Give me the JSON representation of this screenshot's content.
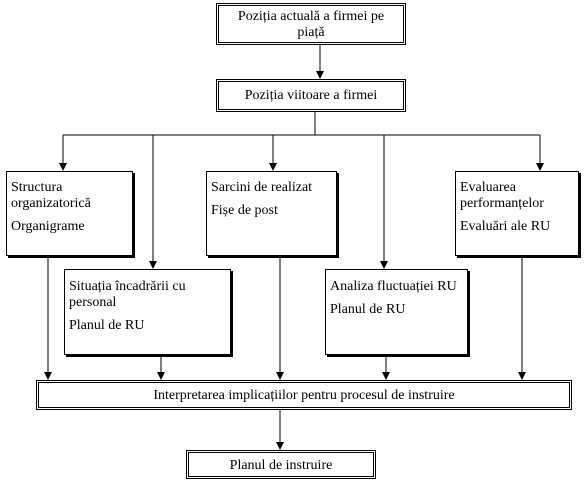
{
  "nodes": {
    "current_position": "Poziția actuală a firmei pe piață",
    "future_position": "Poziția viitoare a firmei",
    "structure": {
      "title": "Structura organizatorică",
      "subtitle": "Organigrame"
    },
    "tasks": {
      "title": "Sarcini de realizat",
      "subtitle": "Fișe de post"
    },
    "evaluation": {
      "title": "Evaluarea performanțelor",
      "subtitle": "Evaluări ale RU"
    },
    "staffing": {
      "title": "Situația încadrării cu personal",
      "subtitle": "Planul de RU"
    },
    "fluctuation": {
      "title": "Analiza fluctuației RU",
      "subtitle": "Planul de RU"
    },
    "interpretation": "Interpretarea implicațiilor pentru procesul de instruire",
    "training_plan": "Planul de instruire"
  },
  "colors": {
    "line": "#000000",
    "box_fill": "#ffffff"
  }
}
